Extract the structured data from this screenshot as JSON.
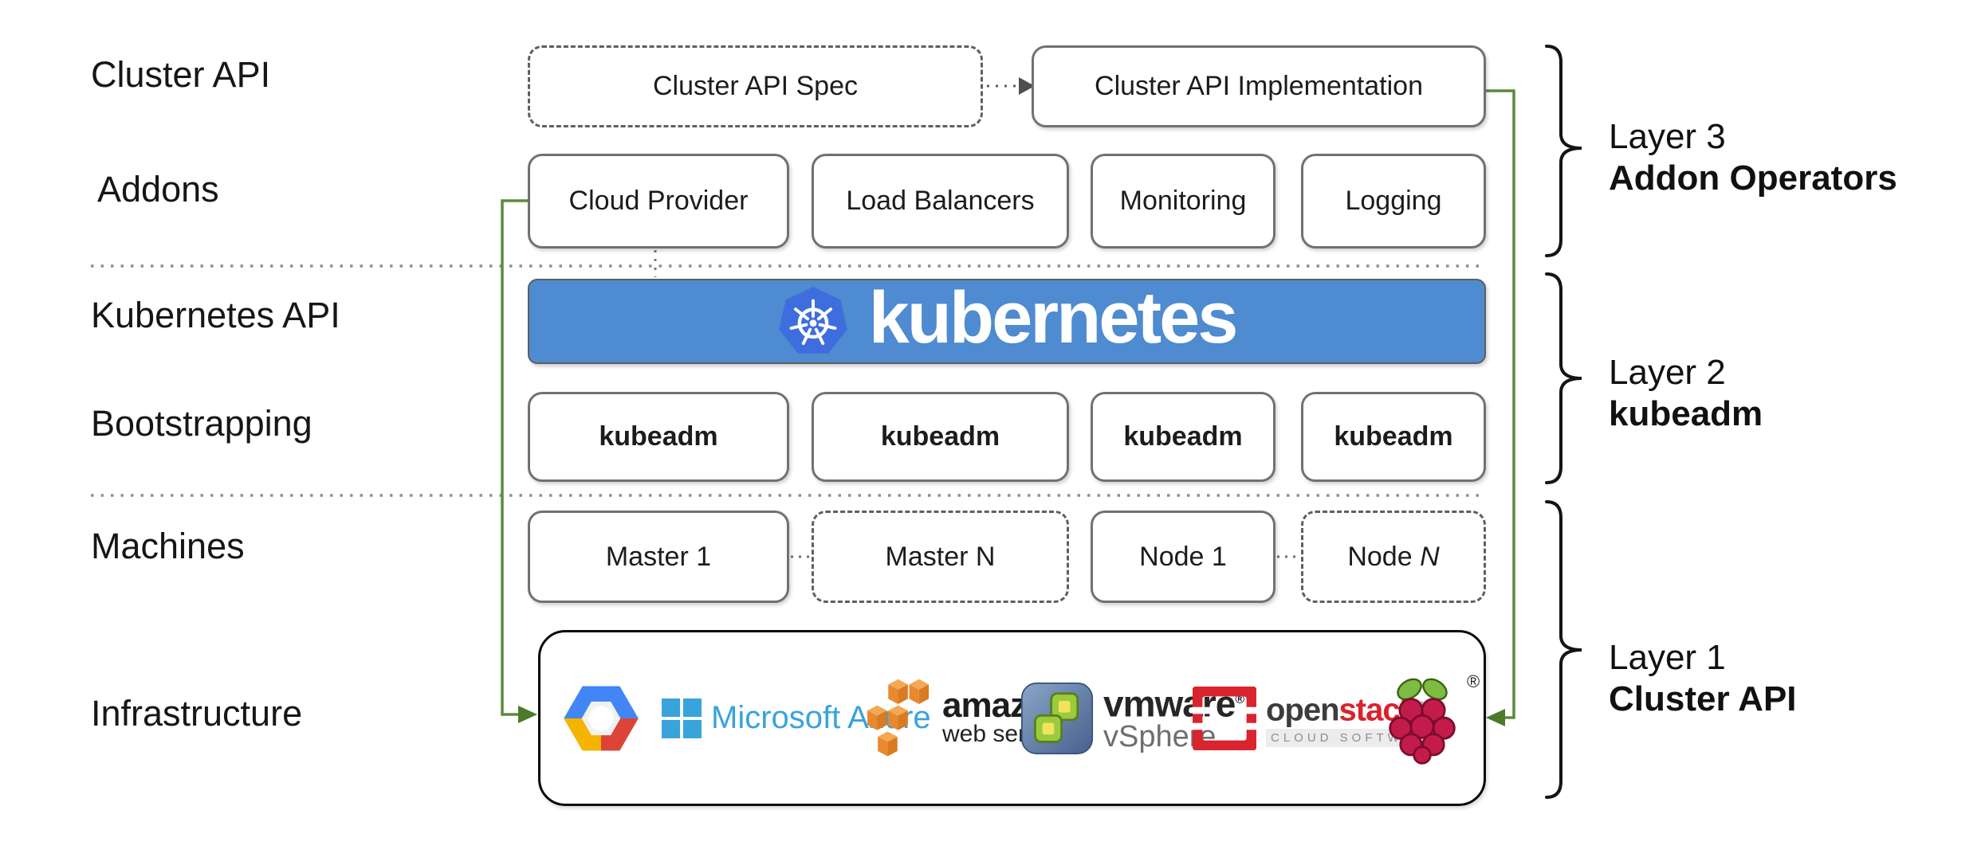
{
  "left_labels": {
    "cluster_api": "Cluster API",
    "addons": "Addons",
    "kubernetes_api": "Kubernetes API",
    "bootstrapping": "Bootstrapping",
    "machines": "Machines",
    "infrastructure": "Infrastructure"
  },
  "cluster_api_row": {
    "spec": "Cluster API Spec",
    "implementation": "Cluster API Implementation"
  },
  "addons": {
    "items": [
      {
        "label": "Cloud Provider"
      },
      {
        "label": "Load Balancers"
      },
      {
        "label": "Monitoring"
      },
      {
        "label": "Logging"
      }
    ]
  },
  "kubernetes": {
    "wordmark": "kubernetes"
  },
  "bootstrapping": {
    "items": [
      {
        "label": "kubeadm"
      },
      {
        "label": "kubeadm"
      },
      {
        "label": "kubeadm"
      },
      {
        "label": "kubeadm"
      }
    ]
  },
  "machines": {
    "items": [
      {
        "label": "Master 1"
      },
      {
        "label": "Master N"
      },
      {
        "label": "Node 1"
      },
      {
        "label_prefix": "Node ",
        "label_suffix": "N"
      }
    ]
  },
  "infrastructure": {
    "providers": [
      {
        "name": "Google Cloud Platform"
      },
      {
        "name": "Microsoft Azure",
        "text": "Microsoft Azure"
      },
      {
        "name": "Amazon Web Services",
        "text_top": "amazon",
        "text_bottom": "web services"
      },
      {
        "name": "VMware vSphere",
        "text_top": "vmware",
        "reg": "®",
        "text_bottom": "vSphere"
      },
      {
        "name": "OpenStack",
        "text_open": "open",
        "text_stack": "stack",
        "tm": "™",
        "subtext": "CLOUD SOFTWARE"
      },
      {
        "name": "Raspberry Pi",
        "reg": "®"
      }
    ]
  },
  "layers": {
    "items": [
      {
        "title": "Layer 3",
        "subtitle": "Addon Operators"
      },
      {
        "title": "Layer 2",
        "subtitle": "kubeadm"
      },
      {
        "title": "Layer 1",
        "subtitle": "Cluster API"
      }
    ]
  },
  "colors": {
    "banner_blue": "#4e8bd0",
    "k8s_logo_blue": "#3e6edd",
    "arrow_green": "#5d8a3c",
    "box_border_grey": "#717171",
    "openstack_red": "#d9232e",
    "aws_orange": "#e8892e",
    "azure_blue": "#39a3dc",
    "raspberry_magenta": "#c31c4a",
    "leaf_green": "#7ebb42"
  }
}
